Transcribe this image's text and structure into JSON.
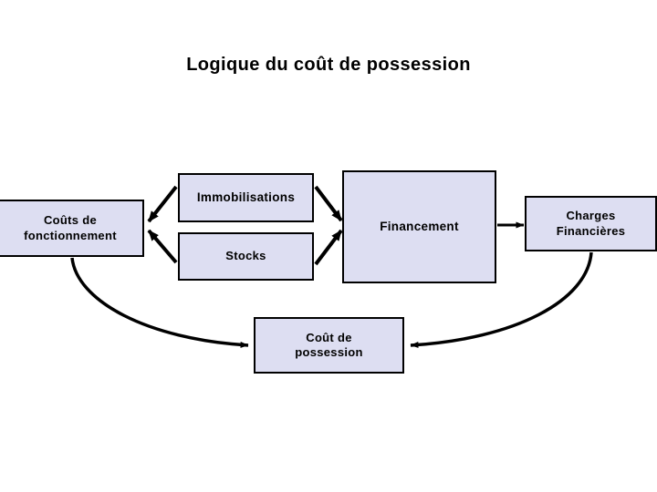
{
  "slide": {
    "title": "Logique du coût de possession",
    "background_color": "#ffffff"
  },
  "theme": {
    "node_fill": "#dddef2",
    "node_border": "#000000",
    "connector_color": "#000000",
    "text_color": "#000000"
  },
  "nodes": [
    {
      "id": "couts-fonctionnement",
      "label": "Coûts de\nfonctionnement",
      "line1": "Coûts de",
      "line2": "fonctionnement"
    },
    {
      "id": "immobilisations",
      "label": "Immobilisations",
      "line1": "Immobilisations",
      "line2": ""
    },
    {
      "id": "stocks",
      "label": "Stocks",
      "line1": "Stocks",
      "line2": ""
    },
    {
      "id": "financement",
      "label": "Financement",
      "line1": "Financement",
      "line2": ""
    },
    {
      "id": "charges-financieres",
      "label": "Charges\nFinancières",
      "line1": "Charges",
      "line2": "Financières"
    },
    {
      "id": "cout-possession",
      "label": "Coût de\npossession",
      "line1": "Coût de",
      "line2": "possession"
    }
  ],
  "connectors": [
    {
      "id": "immobilisations-to-couts",
      "from": "immobilisations",
      "to": "couts-fonctionnement",
      "style": "straight-arrow"
    },
    {
      "id": "stocks-to-couts",
      "from": "stocks",
      "to": "couts-fonctionnement",
      "style": "straight-arrow"
    },
    {
      "id": "immobilisations-to-financement",
      "from": "immobilisations",
      "to": "financement",
      "style": "straight-arrow"
    },
    {
      "id": "stocks-to-financement",
      "from": "stocks",
      "to": "financement",
      "style": "straight-arrow"
    },
    {
      "id": "financement-to-charges",
      "from": "financement",
      "to": "charges-financieres",
      "style": "straight-arrow"
    },
    {
      "id": "couts-to-cout-possession",
      "from": "couts-fonctionnement",
      "to": "cout-possession",
      "style": "curved-arrow"
    },
    {
      "id": "charges-to-cout-possession",
      "from": "charges-financieres",
      "to": "cout-possession",
      "style": "curved-arrow"
    }
  ]
}
